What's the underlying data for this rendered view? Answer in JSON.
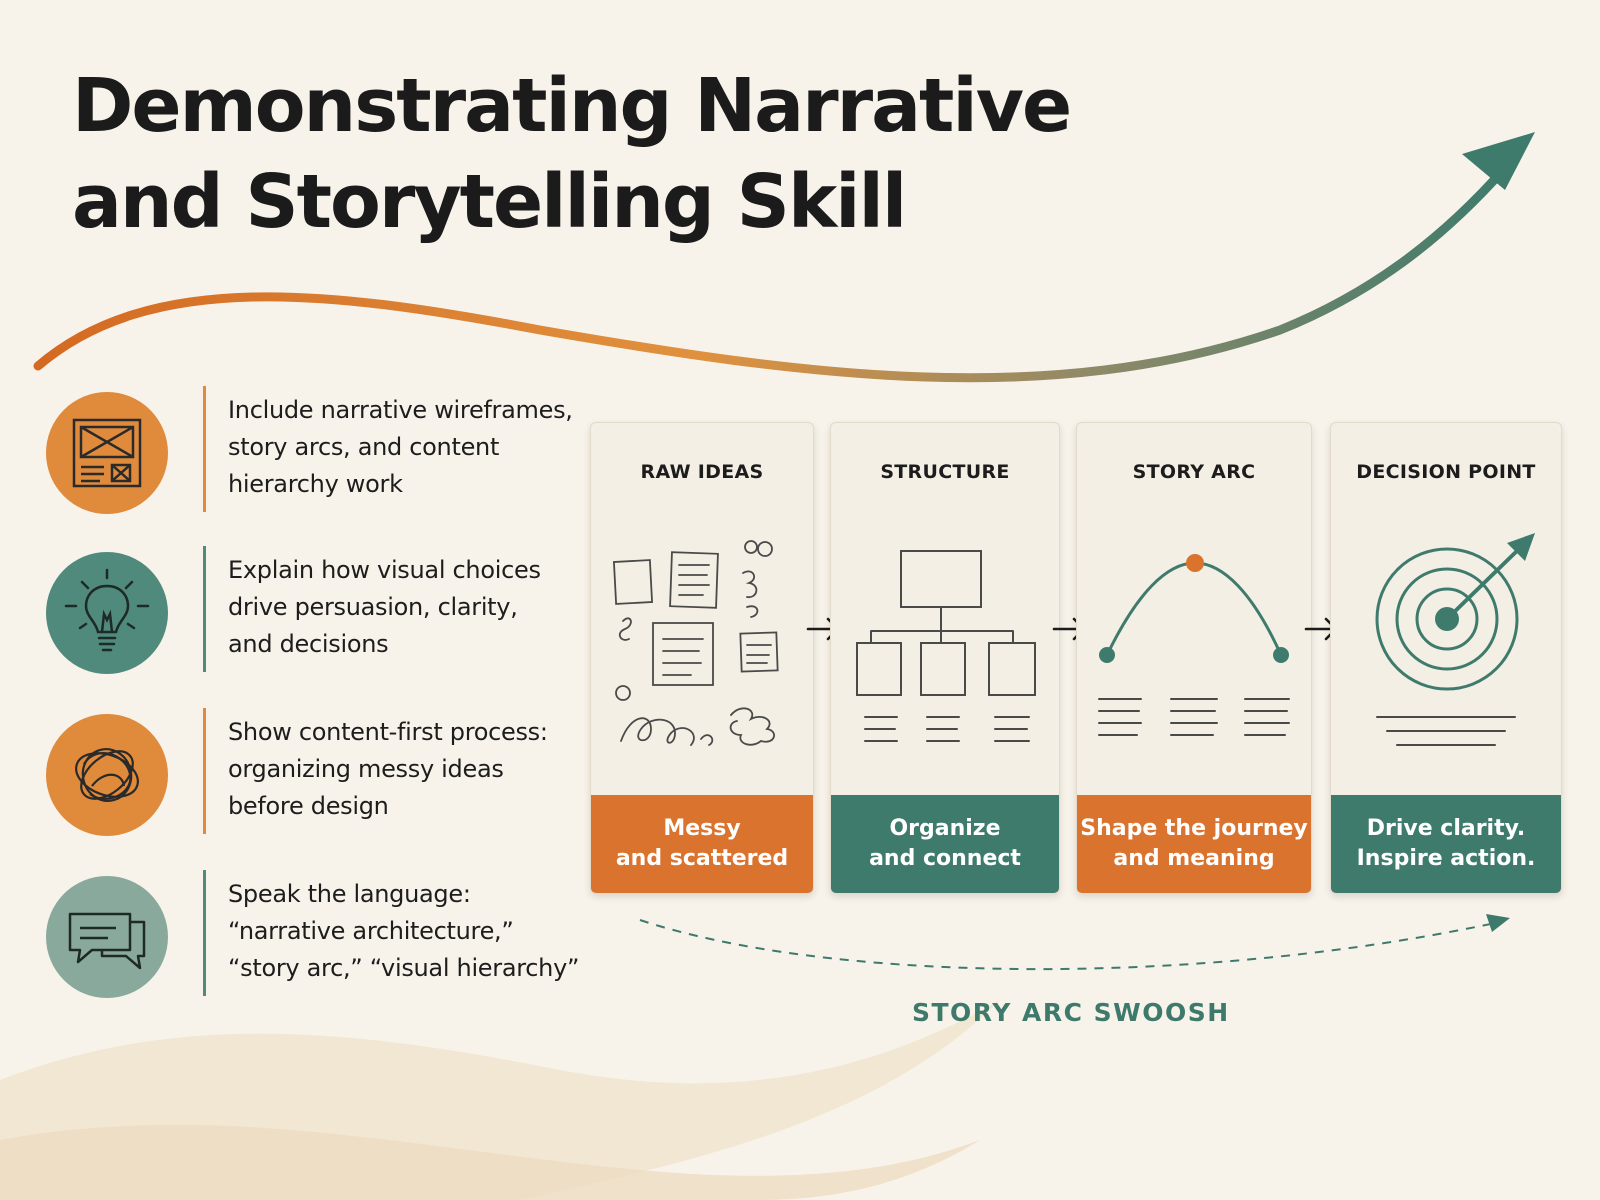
{
  "title": {
    "line1": "Demonstrating Narrative",
    "line2": "and Storytelling Skill"
  },
  "colors": {
    "orange": "#d9732e",
    "teal": "#3f7b6d",
    "orange_circle": "#e08a3c",
    "teal_circle": "#4f8a7c",
    "cream": "#f8f3ea"
  },
  "points": [
    {
      "icon": "wireframe-icon",
      "lines": [
        "Include narrative wireframes,",
        "story arcs, and content",
        "hierarchy work"
      ]
    },
    {
      "icon": "lightbulb-icon",
      "lines": [
        "Explain how visual choices",
        "drive persuasion, clarity,",
        "and decisions"
      ]
    },
    {
      "icon": "scribble-icon",
      "lines": [
        "Show content-first process:",
        "organizing messy ideas",
        "before design"
      ]
    },
    {
      "icon": "speech-bubbles-icon",
      "lines": [
        "Speak the language:",
        "“narrative architecture,”",
        "“story arc,” “visual hierarchy”"
      ]
    }
  ],
  "stages": [
    {
      "title": "RAW IDEAS",
      "caption": [
        "Messy",
        "and scattered"
      ],
      "color": "orange"
    },
    {
      "title": "STRUCTURE",
      "caption": [
        "Organize",
        "and connect"
      ],
      "color": "teal"
    },
    {
      "title": "STORY ARC",
      "caption": [
        "Shape the journey",
        "and meaning"
      ],
      "color": "orange"
    },
    {
      "title": "DECISION POINT",
      "caption": [
        "Drive clarity.",
        "Inspire action."
      ],
      "color": "teal"
    }
  ],
  "swoosh_label": "STORY ARC SWOOSH"
}
